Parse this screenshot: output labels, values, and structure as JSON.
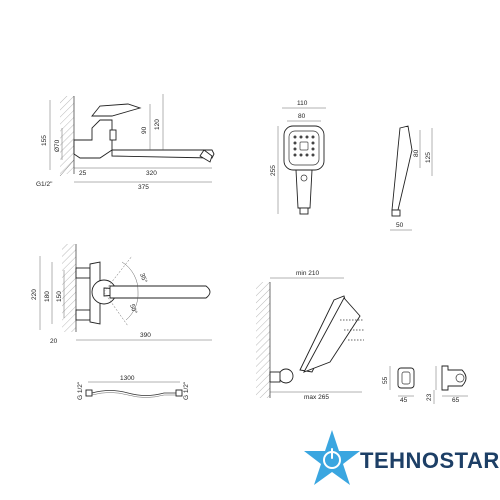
{
  "labels": {
    "d155": "155",
    "d70": "Ø70",
    "d90": "90",
    "d120": "120",
    "d25": "25",
    "d320": "320",
    "d375": "375",
    "g12a": "G1/2\"",
    "d110": "110",
    "d80a": "80",
    "d255": "255",
    "d80b": "80",
    "d125": "125",
    "d50": "50",
    "d220": "220",
    "d180": "180",
    "d150": "150",
    "d20": "20",
    "d390": "390",
    "a35": "35°",
    "a50": "50°",
    "d1300": "1300",
    "g12b": "G 1/2\"",
    "g12c": "G 1/2\"",
    "min210": "min 210",
    "max265": "max 265",
    "d55": "55",
    "d45": "45",
    "d23": "23",
    "d65": "65"
  },
  "brand": {
    "name": "TEHNOSTAR",
    "colors": {
      "star": "#3aa6e0",
      "text": "#1d3f66"
    },
    "icon": "power-button-star-icon"
  }
}
